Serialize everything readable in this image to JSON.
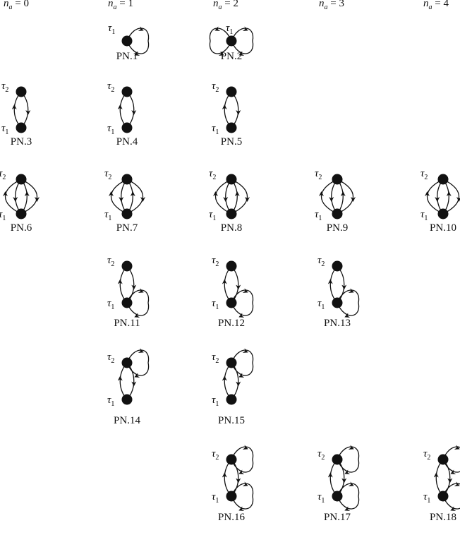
{
  "headers": [
    {
      "var": "n",
      "sub": "a",
      "eq": "=",
      "val": "0"
    },
    {
      "var": "n",
      "sub": "a",
      "eq": "=",
      "val": "1"
    },
    {
      "var": "n",
      "sub": "a",
      "eq": "=",
      "val": "2"
    },
    {
      "var": "n",
      "sub": "a",
      "eq": "=",
      "val": "3"
    },
    {
      "var": "n",
      "sub": "a",
      "eq": "=",
      "val": "4"
    }
  ],
  "tau": {
    "t1": "τ",
    "t1_sub": "1",
    "t2": "τ",
    "t2_sub": "2"
  },
  "diagrams": [
    {
      "label": "PN.1",
      "na": 1,
      "row": 1,
      "rungs": 0,
      "loops": [
        1
      ],
      "single": true
    },
    {
      "label": "PN.2",
      "na": 2,
      "row": 1,
      "rungs": 0,
      "loops": [
        1,
        1
      ],
      "single": true
    },
    {
      "label": "PN.3",
      "na": 0,
      "row": 2,
      "rungs": 2,
      "loops": []
    },
    {
      "label": "PN.4",
      "na": 1,
      "row": 2,
      "rungs": 2,
      "loops": []
    },
    {
      "label": "PN.5",
      "na": 2,
      "row": 2,
      "rungs": 2,
      "loops": []
    },
    {
      "label": "PN.6",
      "na": 0,
      "row": 3,
      "rungs": 4,
      "loops": []
    },
    {
      "label": "PN.7",
      "na": 1,
      "row": 3,
      "rungs": 4,
      "loops": []
    },
    {
      "label": "PN.8",
      "na": 2,
      "row": 3,
      "rungs": 4,
      "loops": []
    },
    {
      "label": "PN.9",
      "na": 3,
      "row": 3,
      "rungs": 4,
      "loops": []
    },
    {
      "label": "PN.10",
      "na": 4,
      "row": 3,
      "rungs": 4,
      "loops": []
    },
    {
      "label": "PN.11",
      "na": 1,
      "row": 4,
      "rungs": 2,
      "loops": [
        1
      ]
    },
    {
      "label": "PN.12",
      "na": 2,
      "row": 4,
      "rungs": 2,
      "loops": [
        1
      ]
    },
    {
      "label": "PN.13",
      "na": 3,
      "row": 4,
      "rungs": 2,
      "loops": [
        1
      ]
    },
    {
      "label": "PN.14",
      "na": 1,
      "row": 5,
      "rungs": 2,
      "loops": [
        2
      ]
    },
    {
      "label": "PN.15",
      "na": 2,
      "row": 5,
      "rungs": 2,
      "loops": [
        2
      ]
    },
    {
      "label": "PN.16",
      "na": 2,
      "row": 6,
      "rungs": 2,
      "loops": [
        1,
        2
      ]
    },
    {
      "label": "PN.17",
      "na": 3,
      "row": 6,
      "rungs": 2,
      "loops": [
        1,
        2
      ]
    },
    {
      "label": "PN.18",
      "na": 4,
      "row": 6,
      "rungs": 2,
      "loops": [
        1,
        2
      ]
    }
  ]
}
